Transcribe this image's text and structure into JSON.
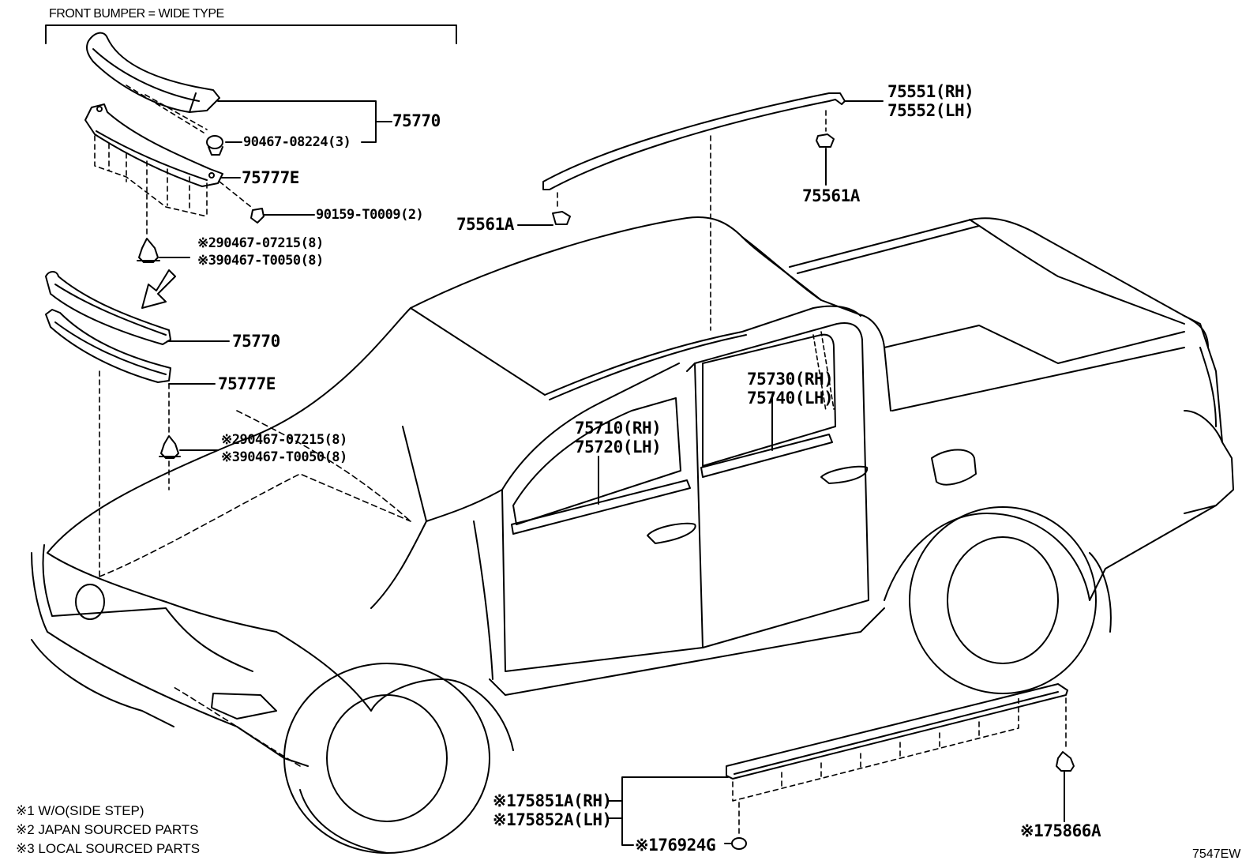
{
  "header": {
    "title": "FRONT BUMPER = WIDE TYPE"
  },
  "parts": {
    "p75770_top": "75770",
    "p90467_08224": "90467-08224(3)",
    "p75777E_top": "75777E",
    "p90159": "90159-T0009(2)",
    "clip_top_2": "※290467-07215(8)",
    "clip_top_3": "※390467-T0050(8)",
    "p75770_mid": "75770",
    "p75777E_mid": "75777E",
    "clip_mid_2": "※290467-07215(8)",
    "clip_mid_3": "※390467-T0050(8)",
    "p75551": "75551(RH)",
    "p75552": "75552(LH)",
    "p75561A_right": "75561A",
    "p75561A_left": "75561A",
    "p75730": "75730(RH)",
    "p75740": "75740(LH)",
    "p75710": "75710(RH)",
    "p75720": "75720(LH)",
    "p75851A": "※175851A(RH)",
    "p75852A": "※175852A(LH)",
    "p76924G": "※176924G",
    "p75866A": "※175866A"
  },
  "notes": {
    "n1": "※1 W/O(SIDE STEP)",
    "n2": "※2 JAPAN SOURCED PARTS",
    "n3": "※3 LOCAL SOURCED PARTS"
  },
  "footer": {
    "code": "7547EW"
  }
}
